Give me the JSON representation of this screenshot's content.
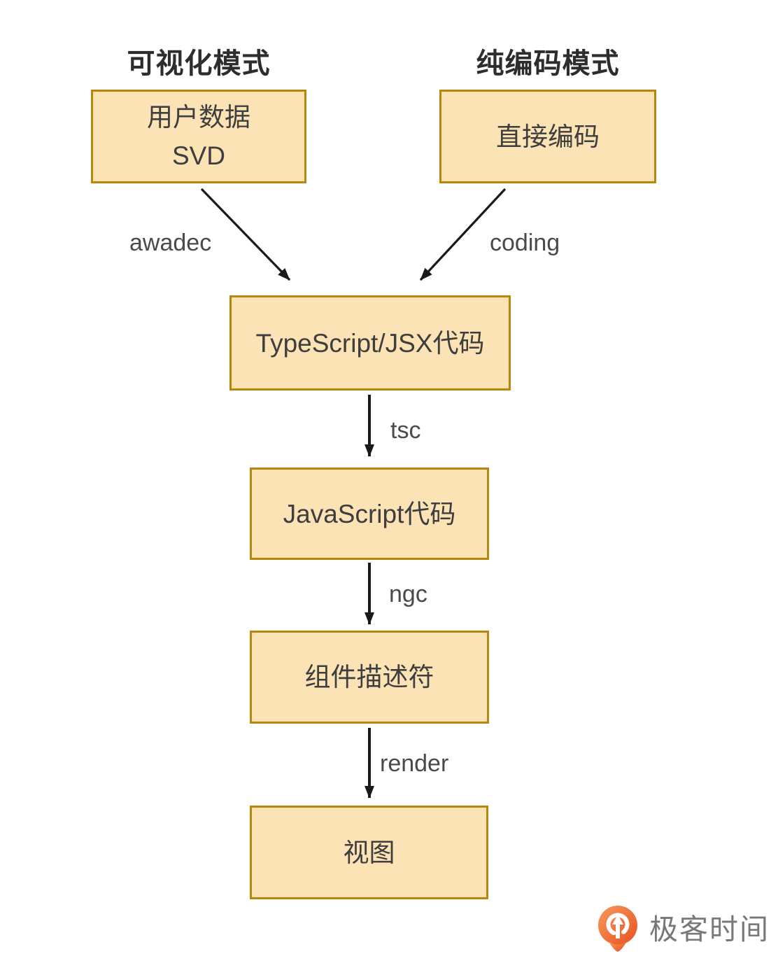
{
  "flowchart": {
    "branches": [
      {
        "header": "可视化模式",
        "node": {
          "lines": [
            "用户数据",
            "SVD"
          ]
        },
        "edge_label": "awadec"
      },
      {
        "header": "纯编码模式",
        "node": {
          "lines": [
            "直接编码"
          ]
        },
        "edge_label": "coding"
      }
    ],
    "chain": [
      {
        "node": "TypeScript/JSX代码",
        "edge_label": "tsc"
      },
      {
        "node": "JavaScript代码",
        "edge_label": "ngc"
      },
      {
        "node": "组件描述符",
        "edge_label": "render"
      },
      {
        "node": "视图",
        "edge_label": ""
      }
    ]
  },
  "branding": {
    "logo_text": "极客时间",
    "logo_icon": "geektime-pin-icon"
  },
  "colors": {
    "node_fill": "#FCE3B6",
    "node_border": "#B8860B",
    "arrow": "#1A1A1A",
    "node_text": "#3E3E3E",
    "header_text": "#2D2D2D",
    "edge_label_text": "#4A4A4A",
    "logo_orange_light": "#F79A5E",
    "logo_orange_dark": "#E8521F",
    "logo_text_gray": "#77787A"
  }
}
